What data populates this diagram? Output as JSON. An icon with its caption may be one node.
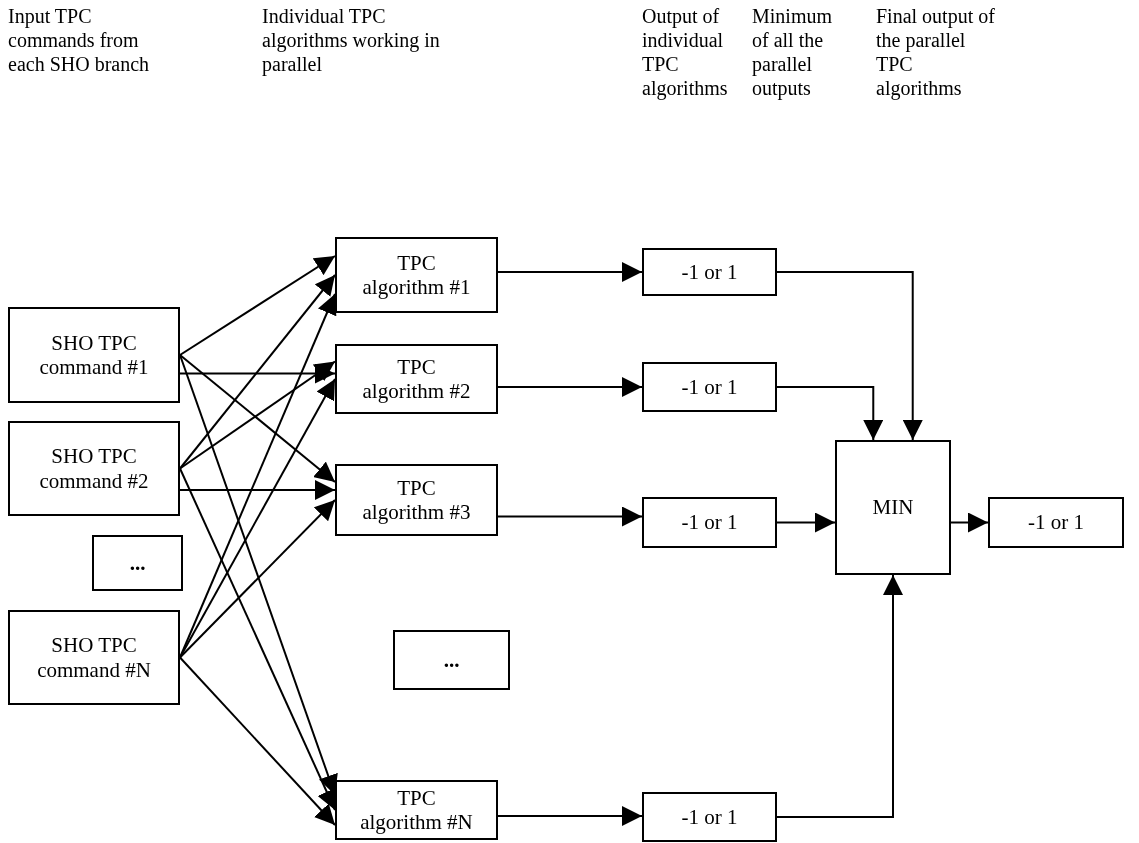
{
  "diagram": {
    "nodes": [
      {
        "text": [
          "TPC algorithm #1"
        ]
      },
      {
        "text": [
          "-1 or 1"
        ]
      },
      {
        "text": [
          "SHO TPC command #1"
        ]
      },
      {
        "text": [
          "TPC algorithm #2"
        ]
      },
      {
        "text": [
          "-1 or 1"
        ]
      },
      {
        "text": [
          "SHO TPC command #2"
        ]
      },
      {
        "text": [
          "TPC algorithm #3"
        ]
      },
      {
        "text": [
          "-1 or 1"
        ]
      },
      {
        "text": [
          "MIN"
        ]
      },
      {
        "text": [
          "-1 or 1"
        ]
      },
      {
        "text": [
          "..."
        ]
      },
      {
        "text": [
          "SHO TPC command #N"
        ]
      },
      {
        "text": [
          "..."
        ]
      },
      {
        "text": [
          "TPC algorithm #N"
        ]
      },
      {
        "text": [
          "-1 or 1"
        ]
      }
    ],
    "edges": [
      {
        "from": 2,
        "to": 0,
        "arrow": "to"
      },
      {
        "from": 2,
        "to": 3,
        "arrow": "to"
      },
      {
        "from": 2,
        "to": 6,
        "arrow": "to"
      },
      {
        "from": 2,
        "to": 13,
        "arrow": "to"
      },
      {
        "from": 5,
        "to": 0,
        "arrow": "to"
      },
      {
        "from": 5,
        "to": 3,
        "arrow": "to"
      },
      {
        "from": 5,
        "to": 6,
        "arrow": "to"
      },
      {
        "from": 5,
        "to": 13,
        "arrow": "to"
      },
      {
        "from": 11,
        "to": 0,
        "arrow": "to"
      },
      {
        "from": 11,
        "to": 3,
        "arrow": "to"
      },
      {
        "from": 11,
        "to": 6,
        "arrow": "to"
      },
      {
        "from": 11,
        "to": 13,
        "arrow": "to"
      },
      {
        "from": 0,
        "to": 1,
        "arrow": "to"
      },
      {
        "from": 3,
        "to": 4,
        "arrow": "to"
      },
      {
        "from": 6,
        "to": 7,
        "arrow": "to"
      },
      {
        "from": 13,
        "to": 14,
        "arrow": "to"
      },
      {
        "from": 1,
        "to": 8,
        "arrow": "to"
      },
      {
        "from": 4,
        "to": 8,
        "arrow": "to"
      },
      {
        "from": 7,
        "to": 8,
        "arrow": "to"
      },
      {
        "from": 14,
        "to": 8,
        "arrow": "to"
      },
      {
        "from": 8,
        "to": 9,
        "arrow": "to"
      }
    ],
    "labels": [
      "Input TPC commands from each SHO branch",
      "Individual TPC algorithms working in parallel",
      "Output of individual TPC algorithms",
      "Minimum of all the parallel outputs",
      "Final output of the parallel TPC algorithms"
    ]
  }
}
